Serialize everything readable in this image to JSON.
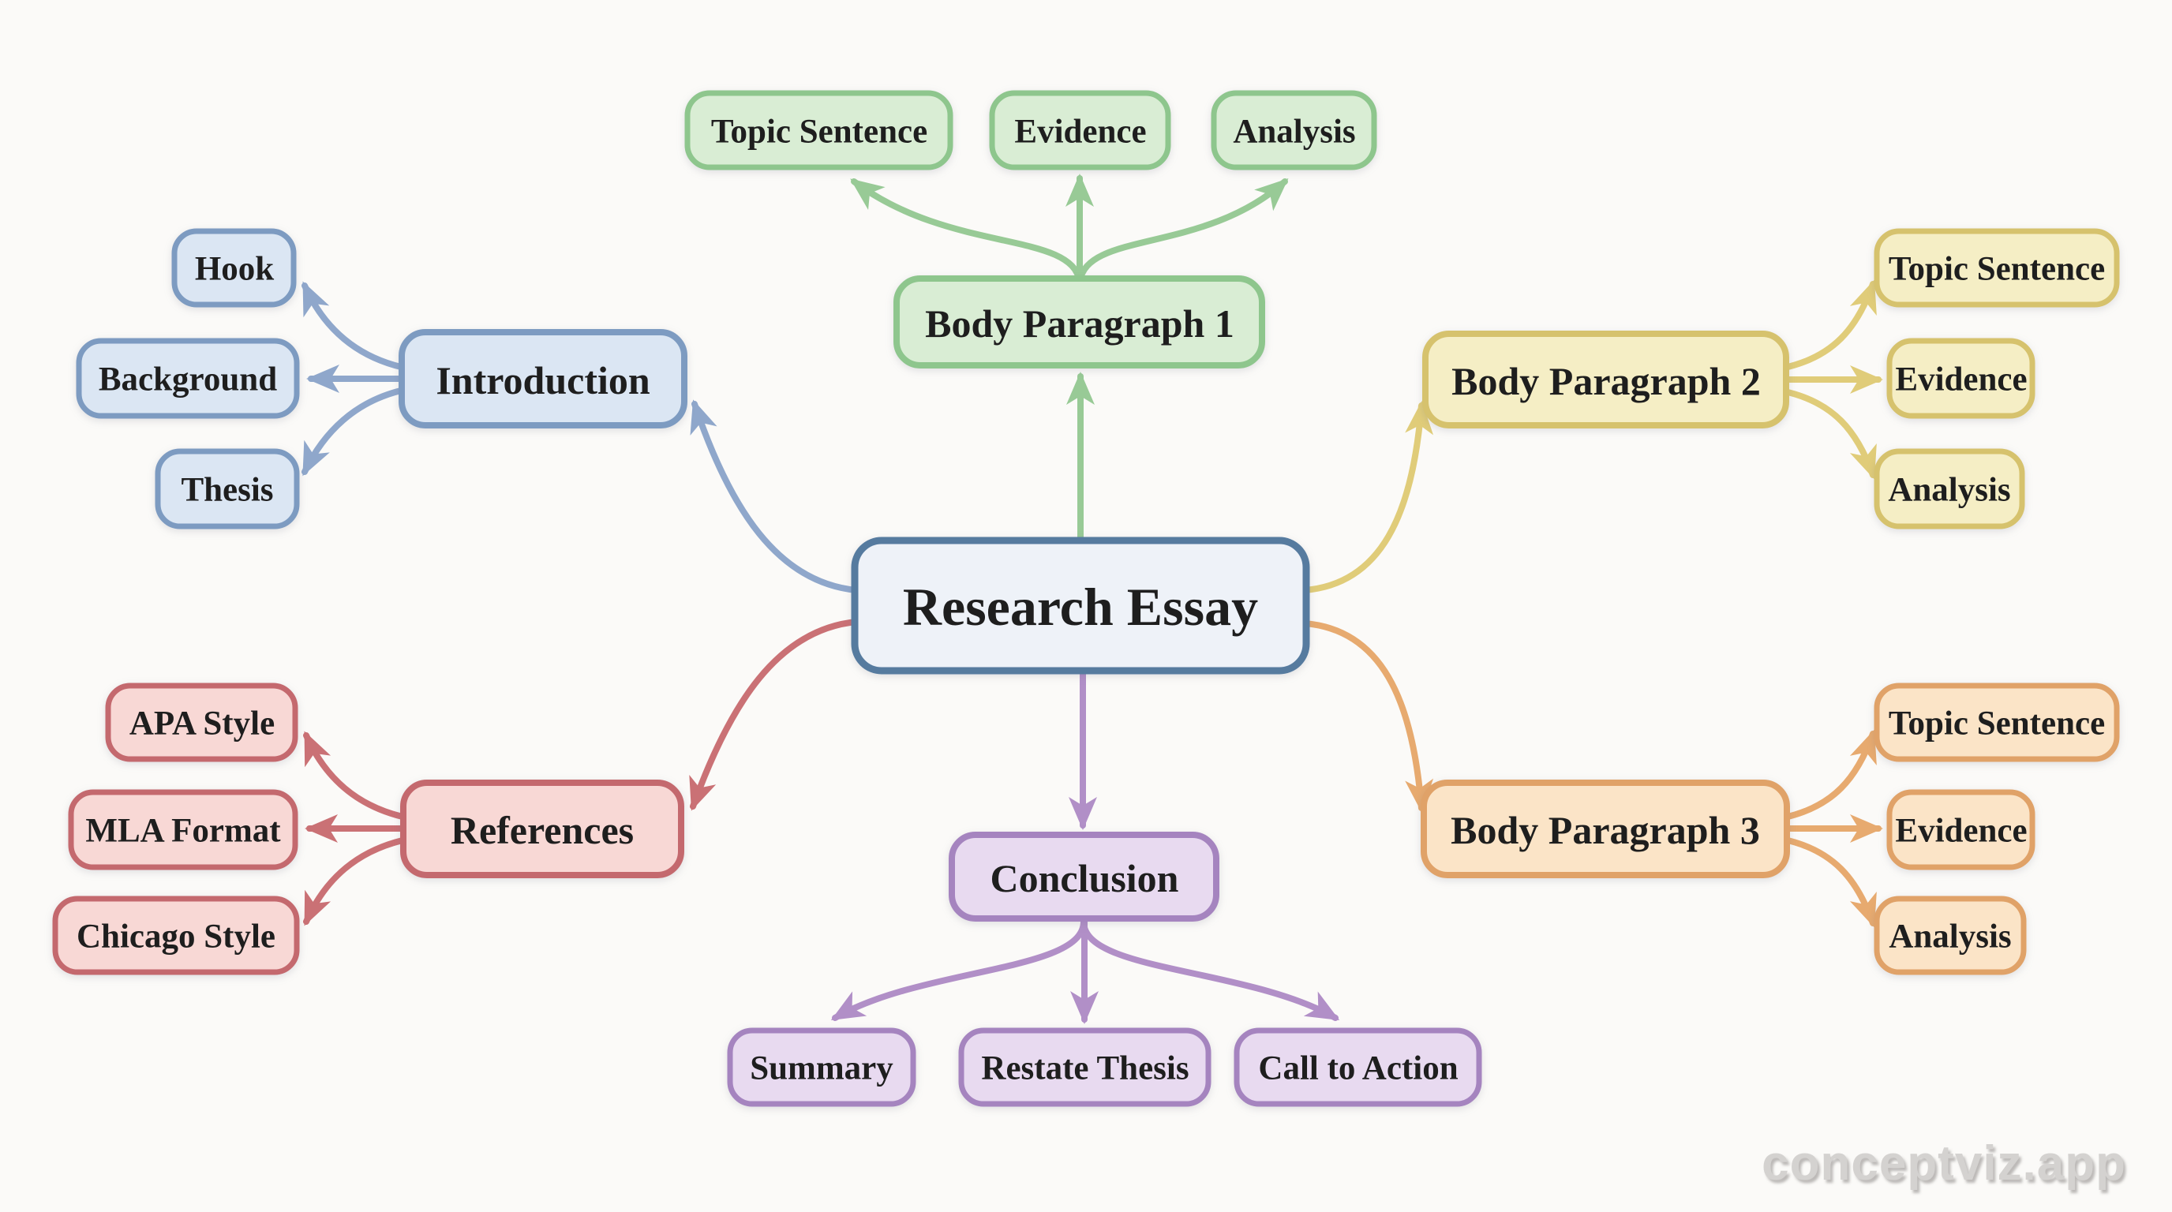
{
  "palette": {
    "background": "#fbfaf8",
    "blue": {
      "fill": "#dbe6f3",
      "border": "#7d9bc1",
      "edge": "#8fa7cb",
      "root_fill": "#eef2f8",
      "root_border": "#567b9f",
      "root_text": "#476d9c"
    },
    "green": {
      "fill": "#d9edd4",
      "border": "#8ec68d",
      "edge": "#98ca96"
    },
    "yellow": {
      "fill": "#f5eec5",
      "border": "#d6c26d",
      "edge": "#e0cc79"
    },
    "red": {
      "fill": "#f8d8d5",
      "border": "#c4696e",
      "edge": "#ca7175"
    },
    "orange": {
      "fill": "#fbe4c7",
      "border": "#e0a268",
      "edge": "#e7aa6f"
    },
    "purple": {
      "fill": "#e8daf0",
      "border": "#a584bf",
      "edge": "#b18fc7"
    },
    "text_dark": "#1e1e1e",
    "watermark_color": "#d4d2d0"
  },
  "nodes": {
    "root": "Research Essay",
    "intro": {
      "head": "Introduction",
      "children": [
        "Hook",
        "Background",
        "Thesis"
      ]
    },
    "bp1": {
      "head": "Body Paragraph 1",
      "children": [
        "Topic Sentence",
        "Evidence",
        "Analysis"
      ]
    },
    "bp2": {
      "head": "Body Paragraph 2",
      "children": [
        "Topic Sentence",
        "Evidence",
        "Analysis"
      ]
    },
    "bp3": {
      "head": "Body Paragraph 3",
      "children": [
        "Topic Sentence",
        "Evidence",
        "Analysis"
      ]
    },
    "references": {
      "head": "References",
      "children": [
        "APA Style",
        "MLA Format",
        "Chicago Style"
      ]
    },
    "conclusion": {
      "head": "Conclusion",
      "children": [
        "Summary",
        "Restate Thesis",
        "Call to Action"
      ]
    }
  },
  "watermark": {
    "text": "conceptviz.app"
  }
}
